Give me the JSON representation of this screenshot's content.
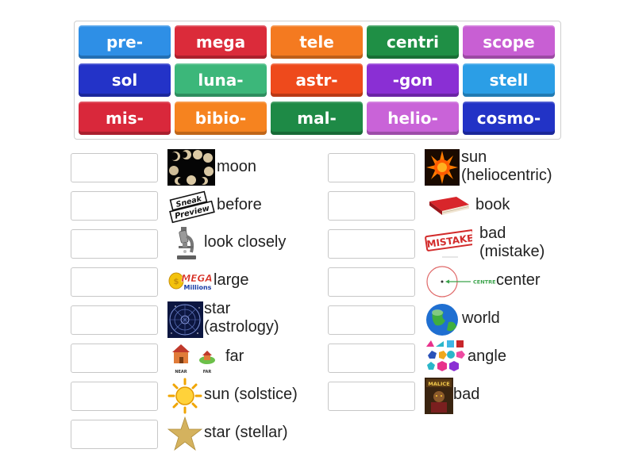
{
  "tiles": [
    {
      "label": "pre-",
      "color": "#2e8fe6"
    },
    {
      "label": "mega",
      "color": "#db2b3a"
    },
    {
      "label": "tele",
      "color": "#f47a20"
    },
    {
      "label": "centri",
      "color": "#1f8f45"
    },
    {
      "label": "scope",
      "color": "#c85fd3"
    },
    {
      "label": "sol",
      "color": "#2333c8"
    },
    {
      "label": "luna-",
      "color": "#3cb77a"
    },
    {
      "label": "astr-",
      "color": "#ee4a1c"
    },
    {
      "label": "-gon",
      "color": "#8a2fd4"
    },
    {
      "label": "stell",
      "color": "#2b9ee6"
    },
    {
      "label": "mis-",
      "color": "#d9283b"
    },
    {
      "label": "bibio-",
      "color": "#f6831f"
    },
    {
      "label": "mal-",
      "color": "#1e8a46"
    },
    {
      "label": "helio-",
      "color": "#c963d8"
    },
    {
      "label": "cosmo-",
      "color": "#2233c6"
    }
  ],
  "left_clues": [
    {
      "text": "moon",
      "icon": "moon-phases-icon"
    },
    {
      "text": "before",
      "icon": "sneak-preview-icon"
    },
    {
      "text": "look closely",
      "icon": "microscope-icon"
    },
    {
      "text": "large",
      "icon": "mega-millions-icon"
    },
    {
      "text": "star\n(astrology)",
      "icon": "zodiac-icon"
    },
    {
      "text": "far",
      "icon": "near-far-houses-icon"
    },
    {
      "text": "sun (solstice)",
      "icon": "sun-icon"
    },
    {
      "text": "star (stellar)",
      "icon": "gold-star-icon"
    }
  ],
  "right_clues": [
    {
      "text": "sun\n(heliocentric)",
      "icon": "fiery-sun-icon"
    },
    {
      "text": "book",
      "icon": "red-book-icon"
    },
    {
      "text": "bad\n(mistake)",
      "icon": "mistake-stamp-icon"
    },
    {
      "text": "center",
      "icon": "circle-centre-icon"
    },
    {
      "text": "world",
      "icon": "globe-icon"
    },
    {
      "text": "angle",
      "icon": "polygons-icon"
    },
    {
      "text": "bad",
      "icon": "malice-poster-icon"
    }
  ],
  "icon_text": {
    "sneak": "Sneak",
    "preview": "Preview",
    "mega": "MEGA",
    "millions": "Millions",
    "near": "NEAR",
    "far": "FAR",
    "mistake": "MISTAKE",
    "centre": "CENTRE",
    "malice": "MALICE"
  }
}
